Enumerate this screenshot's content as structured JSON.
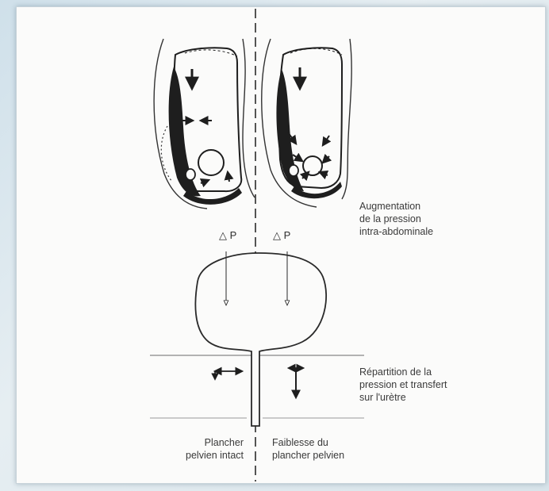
{
  "labels": {
    "augmentation": "Augmentation\nde la pression\nintra-abdominale",
    "repartition": "Répartition de la\npression et transfert\nsur l'urètre",
    "plancher_intact": "Plancher\npelvien intact",
    "faiblesse": "Faiblesse du\nplancher pelvien",
    "delta_p_left": "P",
    "delta_p_right": "P"
  },
  "icons": {
    "delta": "delta-triangle-icon",
    "arrow": "arrow-icon"
  },
  "colors": {
    "ink": "#1e1e1e",
    "paper": "#fbfbfa",
    "background": "#d6e3ea"
  }
}
